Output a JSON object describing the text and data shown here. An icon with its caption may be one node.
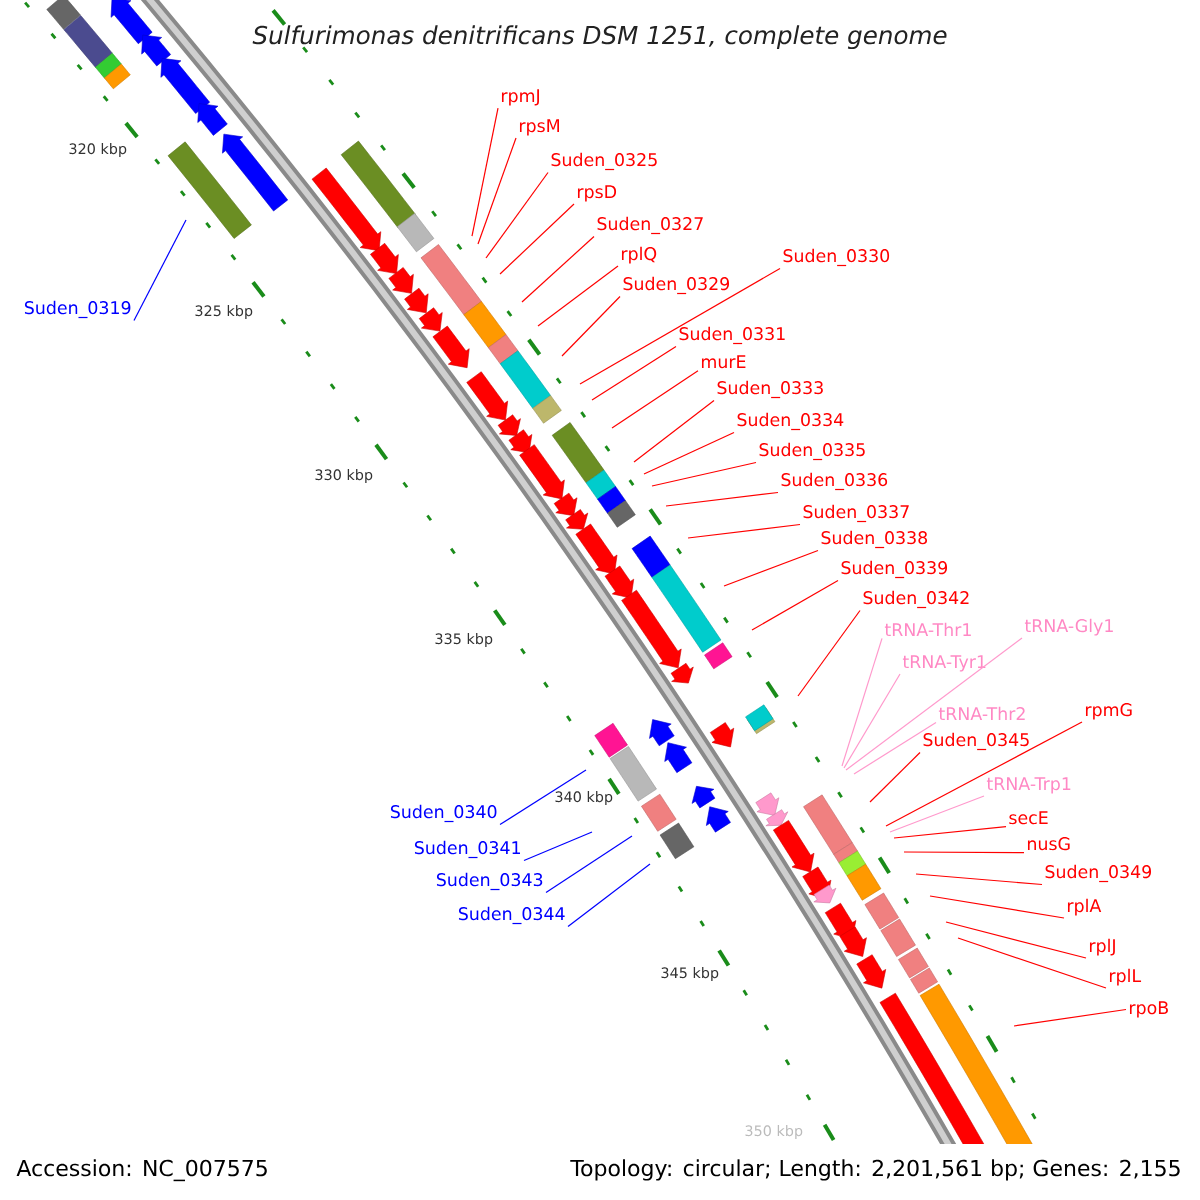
{
  "diagram": {
    "title": "Sulfurimonas denitrificans DSM 1251, complete genome",
    "nodes": [
      {
        "text": [
          "rpmJ"
        ]
      },
      {
        "text": [
          "rpsM"
        ]
      },
      {
        "text": [
          "Suden_0325"
        ]
      },
      {
        "text": [
          "rpsD"
        ]
      },
      {
        "text": [
          "Suden_0327"
        ]
      },
      {
        "text": [
          "rplQ"
        ]
      },
      {
        "text": [
          "Suden_0330"
        ]
      },
      {
        "text": [
          "Suden_0329"
        ]
      },
      {
        "text": [
          "Suden_0319"
        ]
      },
      {
        "text": [
          "Suden_0331"
        ]
      },
      {
        "text": [
          "murE"
        ]
      },
      {
        "text": [
          "Suden_0333"
        ]
      },
      {
        "text": [
          "Suden_0334"
        ]
      },
      {
        "text": [
          "Suden_0335"
        ]
      },
      {
        "text": [
          "Suden_0336"
        ]
      },
      {
        "text": [
          "Suden_0337"
        ]
      },
      {
        "text": [
          "Suden_0338"
        ]
      },
      {
        "text": [
          "Suden_0339"
        ]
      },
      {
        "text": [
          "Suden_0342"
        ]
      },
      {
        "text": [
          "tRNA-Gly1"
        ]
      },
      {
        "text": [
          "tRNA-Thr1"
        ]
      },
      {
        "text": [
          "tRNA-Tyr1"
        ]
      },
      {
        "text": [
          "rpmG"
        ]
      },
      {
        "text": [
          "tRNA-Thr2"
        ]
      },
      {
        "text": [
          "Suden_0345"
        ]
      },
      {
        "text": [
          "tRNA-Trp1"
        ]
      },
      {
        "text": [
          "Suden_0340"
        ]
      },
      {
        "text": [
          "secE"
        ]
      },
      {
        "text": [
          "nusG"
        ]
      },
      {
        "text": [
          "Suden_0341"
        ]
      },
      {
        "text": [
          "Suden_0349"
        ]
      },
      {
        "text": [
          "Suden_0343"
        ]
      },
      {
        "text": [
          "rplA"
        ]
      },
      {
        "text": [
          "Suden_0344"
        ]
      },
      {
        "text": [
          "rplJ"
        ]
      },
      {
        "text": [
          "rplL"
        ]
      },
      {
        "text": [
          "rpoB"
        ]
      }
    ],
    "edges": [
      {
        "from": 0,
        "to": null,
        "arrow": "none"
      },
      {
        "from": 1,
        "to": null,
        "arrow": "none"
      },
      {
        "from": 2,
        "to": null,
        "arrow": "none"
      },
      {
        "from": 3,
        "to": null,
        "arrow": "none"
      },
      {
        "from": 4,
        "to": null,
        "arrow": "none"
      },
      {
        "from": 5,
        "to": null,
        "arrow": "none"
      },
      {
        "from": 6,
        "to": null,
        "arrow": "none"
      },
      {
        "from": 7,
        "to": null,
        "arrow": "none"
      },
      {
        "from": 8,
        "to": null,
        "arrow": "none",
        "color": "#0000ff"
      },
      {
        "from": 9,
        "to": null,
        "arrow": "none"
      },
      {
        "from": 10,
        "to": null,
        "arrow": "none"
      },
      {
        "from": 11,
        "to": null,
        "arrow": "none"
      },
      {
        "from": 12,
        "to": null,
        "arrow": "none"
      },
      {
        "from": 13,
        "to": null,
        "arrow": "none"
      },
      {
        "from": 14,
        "to": null,
        "arrow": "none"
      },
      {
        "from": 15,
        "to": null,
        "arrow": "none"
      },
      {
        "from": 16,
        "to": null,
        "arrow": "none"
      },
      {
        "from": 17,
        "to": null,
        "arrow": "none"
      },
      {
        "from": 18,
        "to": null,
        "arrow": "none"
      },
      {
        "from": 19,
        "to": null,
        "arrow": "none",
        "color": "#ff99cc"
      },
      {
        "from": 20,
        "to": null,
        "arrow": "none",
        "color": "#ff99cc"
      },
      {
        "from": 21,
        "to": null,
        "arrow": "none",
        "color": "#ff99cc"
      },
      {
        "from": 22,
        "to": null,
        "arrow": "none"
      },
      {
        "from": 23,
        "to": null,
        "arrow": "none",
        "color": "#ff99cc"
      },
      {
        "from": 24,
        "to": null,
        "arrow": "none"
      },
      {
        "from": 25,
        "to": null,
        "arrow": "none",
        "color": "#ff99cc"
      },
      {
        "from": 26,
        "to": null,
        "arrow": "none",
        "color": "#0000ff"
      },
      {
        "from": 27,
        "to": null,
        "arrow": "none"
      },
      {
        "from": 28,
        "to": null,
        "arrow": "none"
      },
      {
        "from": 29,
        "to": null,
        "arrow": "none",
        "color": "#0000ff"
      },
      {
        "from": 30,
        "to": null,
        "arrow": "none"
      },
      {
        "from": 31,
        "to": null,
        "arrow": "none",
        "color": "#0000ff"
      },
      {
        "from": 32,
        "to": null,
        "arrow": "none"
      },
      {
        "from": 33,
        "to": null,
        "arrow": "none",
        "color": "#0000ff"
      },
      {
        "from": 34,
        "to": null,
        "arrow": "none"
      },
      {
        "from": 35,
        "to": null,
        "arrow": "none"
      },
      {
        "from": 36,
        "to": null,
        "arrow": "none"
      }
    ],
    "labels": [
      "320 kbp",
      "325 kbp",
      "330 kbp",
      "335 kbp",
      "340 kbp",
      "345 kbp",
      "350 kbp",
      "Accession: NC_007575",
      "Topology: circular; Length: 2,201,561 bp; Genes: 2,155"
    ]
  }
}
